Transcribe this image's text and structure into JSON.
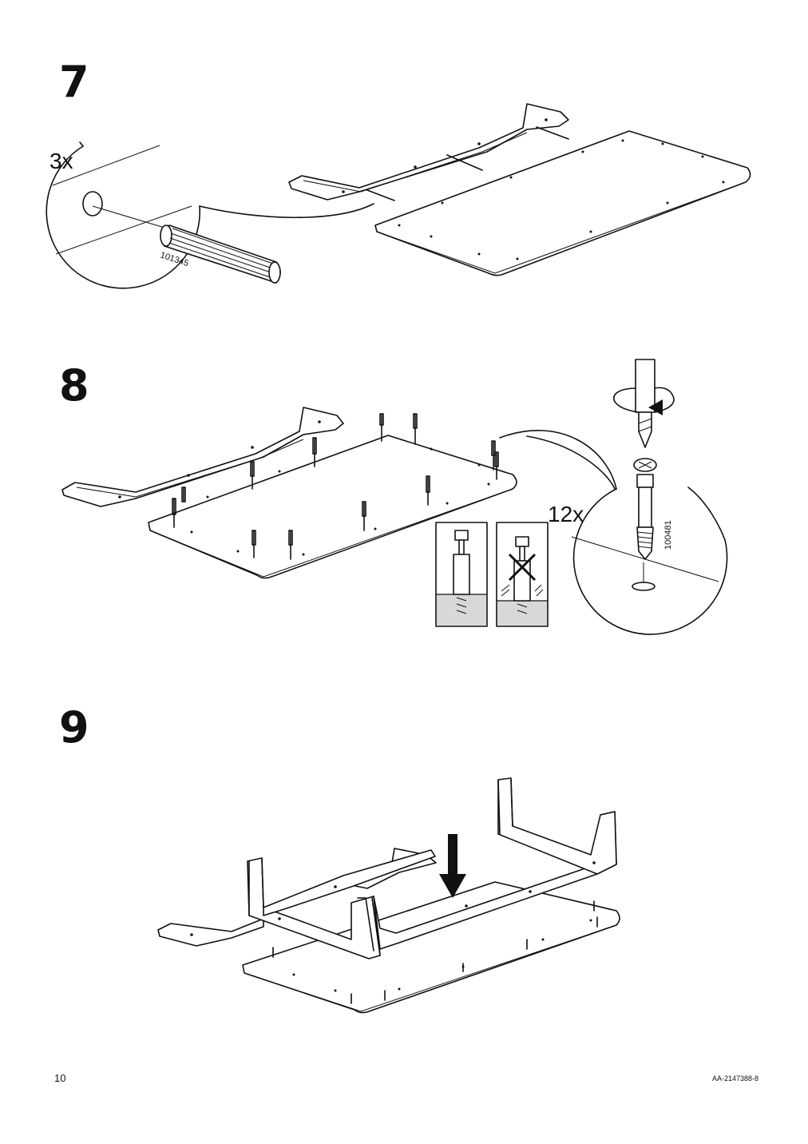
{
  "steps": [
    {
      "number": "7",
      "quantity": "3x",
      "part_number": "101345"
    },
    {
      "number": "8",
      "quantity": "12x",
      "part_number": "100481"
    },
    {
      "number": "9"
    }
  ],
  "footer": {
    "page_number": "10",
    "document_id": "AA-2147388-8"
  }
}
